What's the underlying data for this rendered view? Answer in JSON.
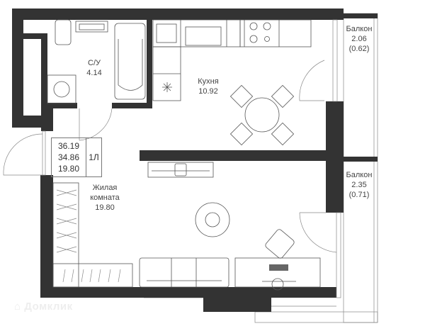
{
  "rooms": {
    "bathroom": {
      "name": "С/У",
      "area": "4.14"
    },
    "kitchen": {
      "name": "Кухня",
      "area": "10.92"
    },
    "living": {
      "name_line1": "Жилая",
      "name_line2": "комната",
      "area": "19.80"
    },
    "balcony_top": {
      "name": "Балкон",
      "area": "2.06",
      "reduced_area": "(0.62)"
    },
    "balcony_bottom": {
      "name": "Балкон",
      "area": "2.35",
      "reduced_area": "(0.71)"
    }
  },
  "summary": {
    "total_area": "36.19",
    "area_without_balcony": "34.86",
    "living_area": "19.80",
    "type": "1Л"
  },
  "watermark": "Домклик",
  "colors": {
    "wall": "#333333",
    "line": "#555555"
  }
}
